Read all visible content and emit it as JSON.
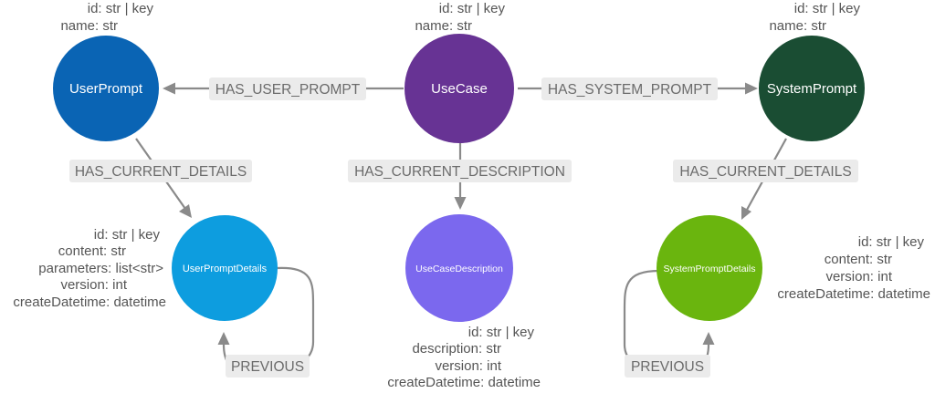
{
  "nodes": {
    "user_prompt": {
      "label": "UserPrompt",
      "color": "#0a64b4",
      "props": [
        "id: str | key",
        "name: str"
      ]
    },
    "use_case": {
      "label": "UseCase",
      "color": "#673394",
      "props": [
        "id: str | key",
        "name: str"
      ]
    },
    "system_prompt": {
      "label": "SystemPrompt",
      "color": "#1a4d33",
      "props": [
        "id: str | key",
        "name: str"
      ]
    },
    "user_prompt_details": {
      "label": "UserPromptDetails",
      "color": "#0d9ddf",
      "props": [
        "id: str | key",
        "content: str",
        "parameters: list<str>",
        "version: int",
        "createDatetime: datetime"
      ]
    },
    "use_case_description": {
      "label": "UseCaseDescription",
      "color": "#7b68ee",
      "props": [
        "id: str | key",
        "description: str",
        "version: int",
        "createDatetime: datetime"
      ]
    },
    "system_prompt_details": {
      "label": "SystemPromptDetails",
      "color": "#6ab50e",
      "props": [
        "id: str | key",
        "content: str",
        "version: int",
        "createDatetime: datetime"
      ]
    }
  },
  "edges": {
    "has_user_prompt": "HAS_USER_PROMPT",
    "has_system_prompt": "HAS_SYSTEM_PROMPT",
    "has_current_details_user": "HAS_CURRENT_DETAILS",
    "has_current_description": "HAS_CURRENT_DESCRIPTION",
    "has_current_details_system": "HAS_CURRENT_DETAILS",
    "previous_user": "PREVIOUS",
    "previous_system": "PREVIOUS"
  },
  "colors": {
    "edge": "#8a8a8a",
    "edge_label_bg": "#ebebeb",
    "edge_label_text": "#6b6b6b",
    "property_text": "#555555"
  }
}
